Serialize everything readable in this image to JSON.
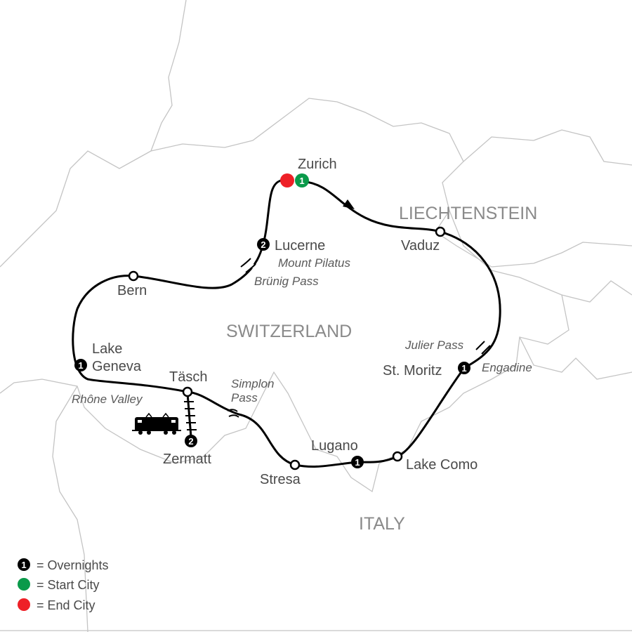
{
  "countries": {
    "switzerland": "SWITZERLAND",
    "liechtenstein": "LIECHTENSTEIN",
    "italy": "ITALY"
  },
  "cities": {
    "zurich": {
      "label": "Zurich",
      "nights": "1"
    },
    "lucerne": {
      "label": "Lucerne",
      "nights": "2"
    },
    "bern": {
      "label": "Bern"
    },
    "lake_geneva": {
      "label1": "Lake",
      "label2": "Geneva",
      "nights": "1"
    },
    "tasch": {
      "label": "Täsch"
    },
    "zermatt": {
      "label": "Zermatt",
      "nights": "2"
    },
    "stresa": {
      "label": "Stresa"
    },
    "lugano": {
      "label": "Lugano",
      "nights": "1"
    },
    "lake_como": {
      "label": "Lake Como"
    },
    "st_moritz": {
      "label": "St. Moritz",
      "nights": "1"
    },
    "vaduz": {
      "label": "Vaduz"
    }
  },
  "notes": {
    "mount_pilatus": "Mount Pilatus",
    "brunig_pass": "Brünig Pass",
    "rhone_valley": "Rhône Valley",
    "simplon1": "Simplon",
    "simplon2": "Pass",
    "julier_pass": "Julier Pass",
    "engadine": "Engadine"
  },
  "legend": {
    "overnights": {
      "symbol": "1",
      "label": "= Overnights"
    },
    "start": {
      "label": "= Start City",
      "color": "#0a9a4a"
    },
    "end": {
      "label": "= End City",
      "color": "#ee2027"
    }
  }
}
